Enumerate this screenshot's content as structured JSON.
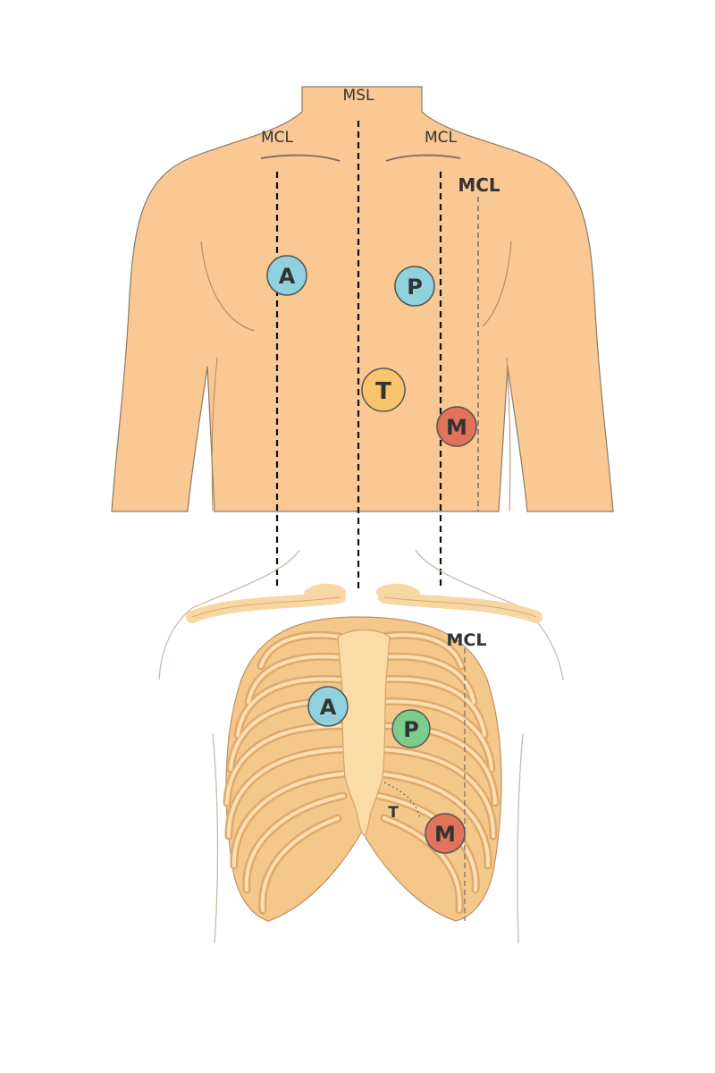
{
  "labels": {
    "msl": "MSL",
    "mcl_left": "MCL",
    "mcl_right": "MCL",
    "mcl_outer": "MCL",
    "mcl_rib": "MCL"
  },
  "torso_markers": {
    "aortic": "A",
    "pulmonic": "P",
    "tricuspid": "T",
    "mitral": "M"
  },
  "ribcage_markers": {
    "aortic": "A",
    "pulmonic": "P",
    "tricuspid": "T",
    "mitral": "M"
  },
  "colors": {
    "skin": "#f9c893",
    "skin_outline": "#8c7a6a",
    "bone": "#f9d9a3",
    "bone_dark": "#e8b878",
    "aortic": "#8fd1dc",
    "pulmonic_torso": "#8fd1dc",
    "pulmonic_rib": "#7ccc8a",
    "tricuspid": "#f8c46c",
    "mitral": "#e0735a"
  }
}
